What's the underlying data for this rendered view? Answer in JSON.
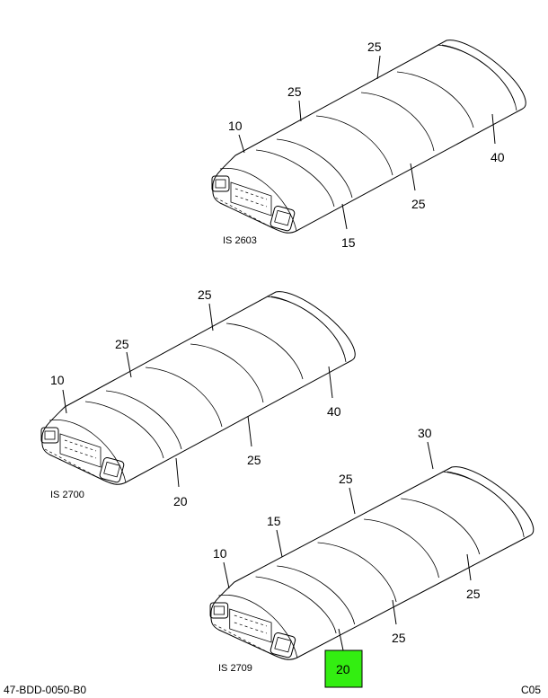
{
  "highlight_color": "#33ee11",
  "views": [
    {
      "id": "IS 2603",
      "callouts": [
        "25",
        "25",
        "10",
        "40",
        "25",
        "15"
      ]
    },
    {
      "id": "IS 2700",
      "callouts": [
        "25",
        "25",
        "10",
        "40",
        "25",
        "20"
      ]
    },
    {
      "id": "IS 2709",
      "callouts": [
        "30",
        "25",
        "15",
        "10",
        "25",
        "25",
        "20"
      ]
    }
  ],
  "footer": {
    "drawing_number": "47-BDD-0050-B0",
    "sheet_code": "C05"
  }
}
